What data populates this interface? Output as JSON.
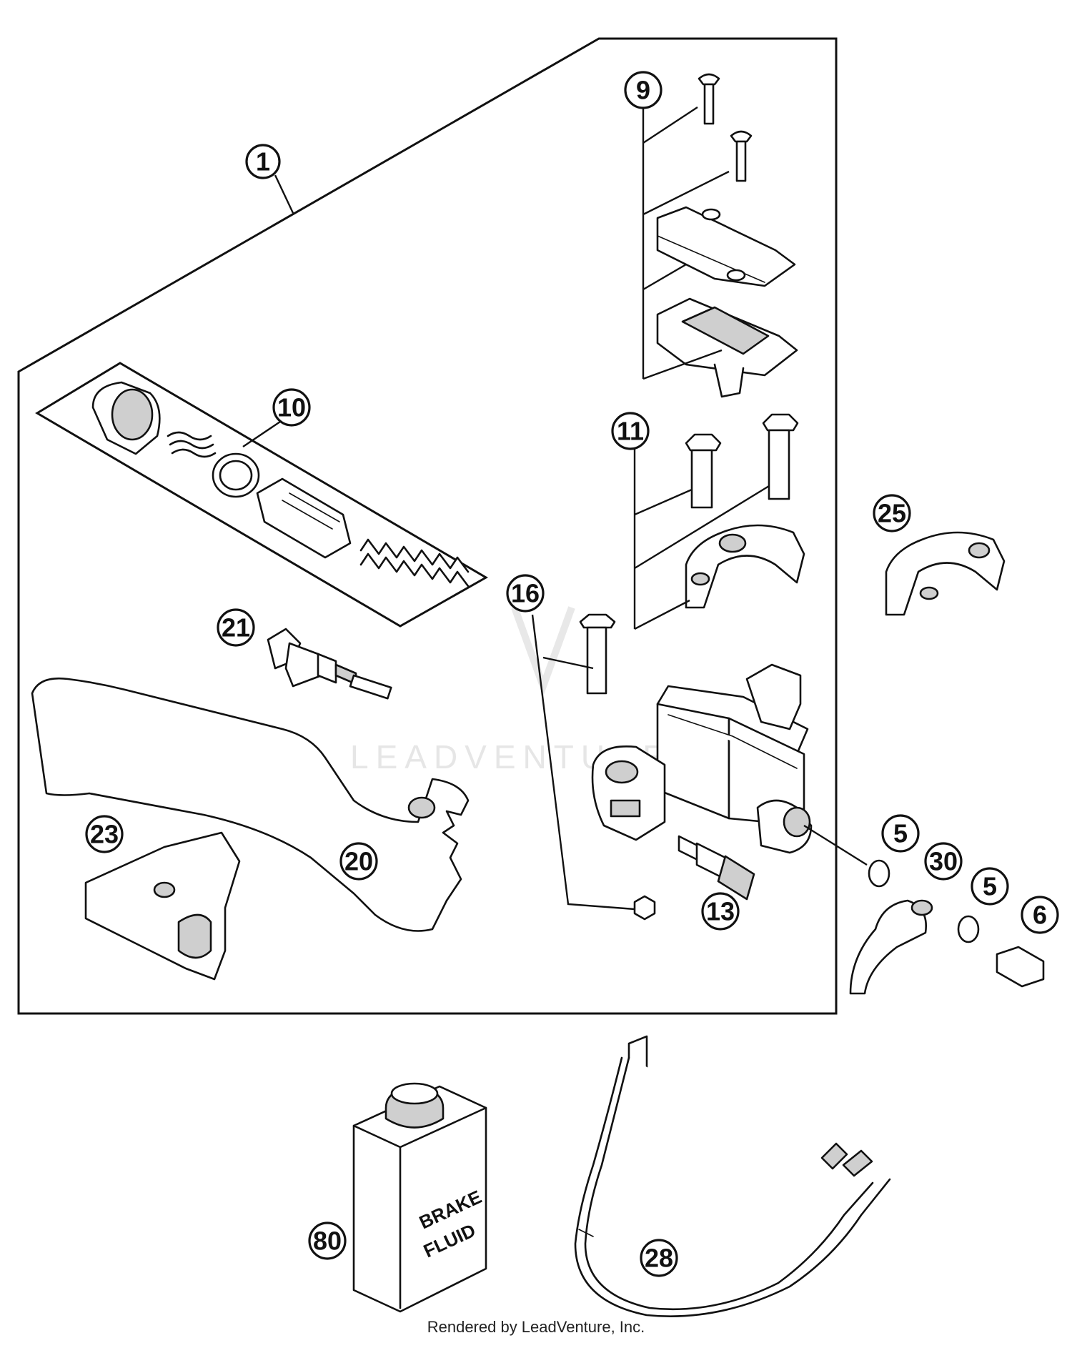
{
  "callouts": {
    "c1": "1",
    "c9": "9",
    "c10": "10",
    "c11": "11",
    "c16": "16",
    "c21": "21",
    "c25": "25",
    "c23": "23",
    "c20": "20",
    "c13": "13",
    "c5a": "5",
    "c30": "30",
    "c5b": "5",
    "c6": "6",
    "c80": "80",
    "c28": "28"
  },
  "can_label": {
    "line1": "BRAKE",
    "line2": "FLUID"
  },
  "watermark": "LEADVENTURE",
  "footer": "Rendered by LeadVenture, Inc."
}
